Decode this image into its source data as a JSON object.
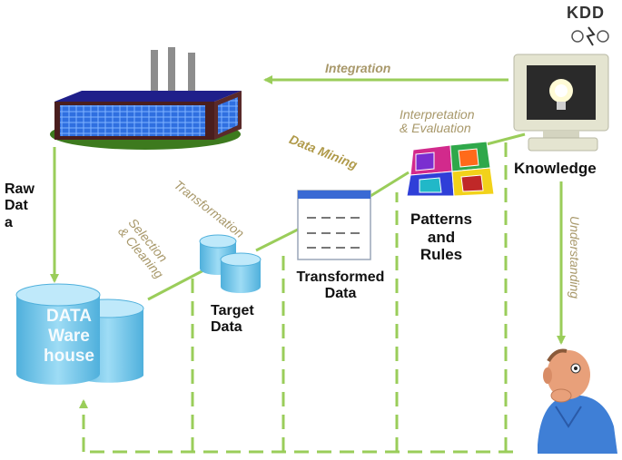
{
  "logo": {
    "text": "KDD"
  },
  "labels": {
    "raw_data": "Raw\nDat\na",
    "data_warehouse": "DATA\nWare\nhouse",
    "target_data": "Target\nData",
    "transformed_data": "Transformed\nData",
    "patterns_rules": "Patterns\nand\nRules",
    "knowledge": "Knowledge"
  },
  "steps": {
    "integration": "Integration",
    "selection": "Selection\n& Cleaning",
    "transformation": "Transformation",
    "data_mining": "Data Mining",
    "interpretation": "Interpretation\n& Evaluation",
    "understanding": "Understanding"
  },
  "colors": {
    "arrow": "#9acd5a",
    "step_text": "#a8986a",
    "cylinder": "#6ec3e6",
    "factory_roof": "#2a2aa8",
    "grass": "#3d7a1e"
  },
  "icons": [
    "factory-icon",
    "database-cylinder-icon",
    "target-data-cylinders-icon",
    "table-icon",
    "puzzle-icon",
    "monitor-lightbulb-icon",
    "person-thinking-icon"
  ]
}
